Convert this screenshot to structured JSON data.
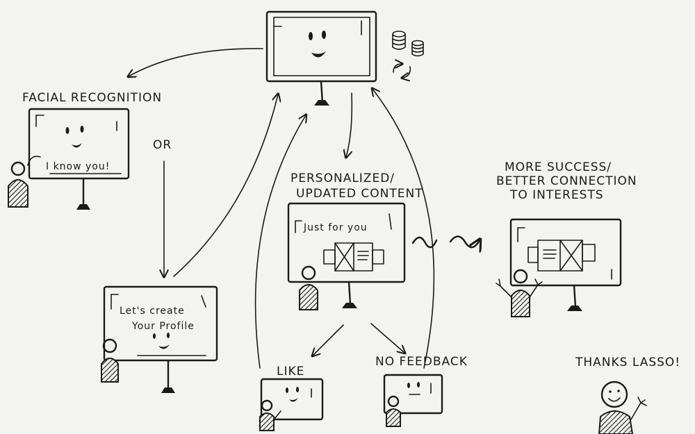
{
  "labels": {
    "facial_recognition": "FACIAL RECOGNITION",
    "or": "OR",
    "personalized_line1": "PERSONALIZED/",
    "personalized_line2": "UPDATED CONTENT",
    "more_success_line1": "MORE SUCCESS/",
    "more_success_line2": "BETTER CONNECTION",
    "more_success_line3": "TO INTERESTS",
    "like": "LIKE",
    "no_feedback": "NO FEEDBACK",
    "thanks": "THANKS LASSO!"
  },
  "screens": {
    "i_know_you": "I know you!",
    "lets_create_line1": "Let's create",
    "lets_create_line2": "Your Profile",
    "just_for_you": "Just for you"
  },
  "colors": {
    "ink": "#1a1a1a",
    "paper": "#f3f3f1"
  }
}
